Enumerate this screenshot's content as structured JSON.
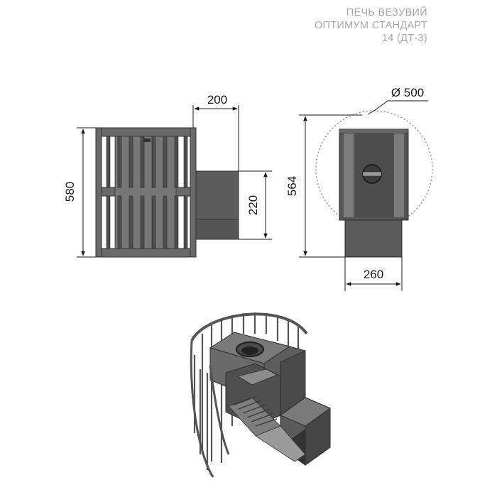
{
  "title": {
    "line1": "ПЕЧЬ ВЕЗУВИЙ",
    "line2": "ОПТИМУМ СТАНДАРТ",
    "line3": "14 (ДТ-3)"
  },
  "dimensions": {
    "top_width": "200",
    "height_side": "580",
    "tunnel_height": "220",
    "diameter": "Ø 500",
    "height_front": "564",
    "tunnel_width": "260"
  },
  "colors": {
    "metal": "#5f5f5f",
    "metal_dark": "#4a4a4a",
    "metal_light": "#8a8a8a",
    "line": "#1a1a1a"
  }
}
